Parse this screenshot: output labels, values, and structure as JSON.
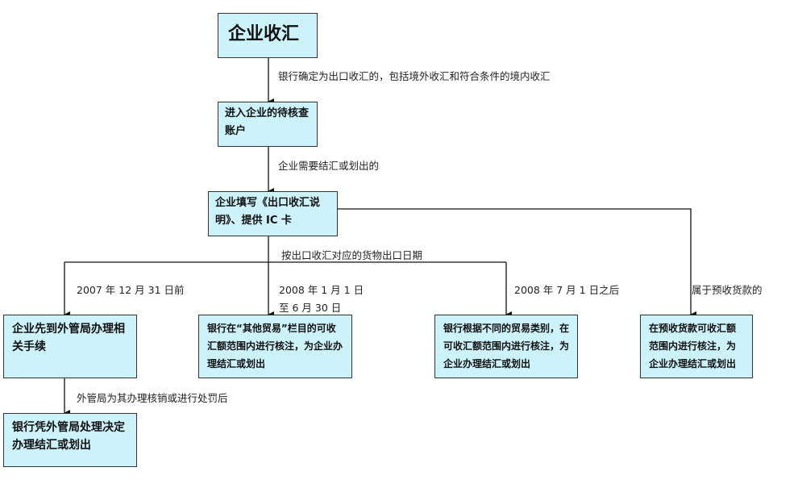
{
  "nodes": {
    "start": "企业收汇",
    "pending_account": "进入企业的待核查账户",
    "fill_form": "企业填写《出口收汇说明》、提供 IC 卡",
    "before_2008": "企业先到外管局办理相关手续",
    "h1_2008": "银行在“其他贸易”栏目的可收汇额范围内进行核注，为企业办理结汇或划出",
    "after_jul_2008": "银行根据不同的贸易类别，在可收汇额范围内进行核注，为企业办理结汇或划出",
    "prepayment": "在预收货款可收汇额范围内进行核注，为企业办理结汇或划出",
    "bank_decision": "银行凭外管局处理决定办理结汇或划出"
  },
  "edges": {
    "start_to_pending": "银行确定为出口收汇的，包括境外收汇和符合条件的境内收汇",
    "pending_to_form": "企业需要结汇或划出的",
    "branch_by_date": "按出口收汇对应的货物出口日期",
    "before_2008": "2007 年 12 月 31 日前",
    "h1_2008_line1": "2008 年 1 月 1 日",
    "h1_2008_line2": "至 6 月 30 日",
    "after_jul_2008": "2008 年 7 月 1 日之后",
    "prepayment": "属于预收货款的",
    "safe_processing": "外管局为其办理核销或进行处罚后"
  }
}
